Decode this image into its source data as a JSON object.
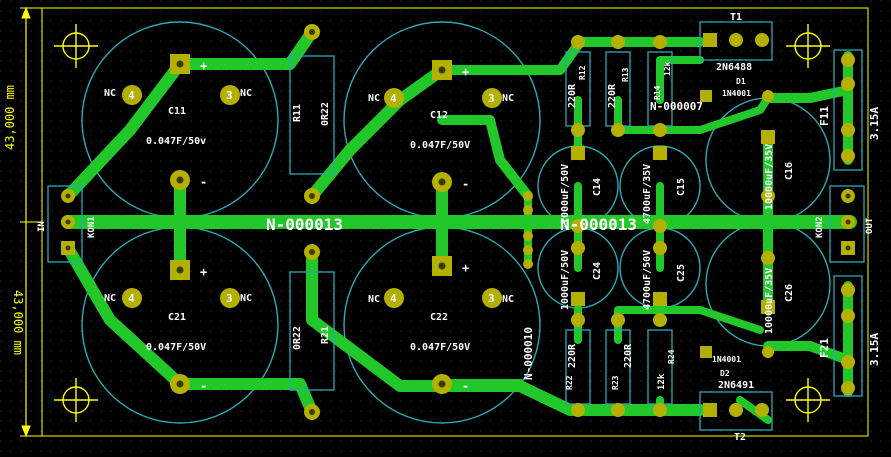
{
  "colors": {
    "background": "#000000",
    "grid": "#3a3a3a",
    "track": "#22c82a",
    "pad": "#b3b000",
    "pad_hole": "#3b3b00",
    "silk": "#ffffff",
    "outline": "#2aa9b6",
    "courtyard": "#2aa9b6",
    "edge": "#ffff00",
    "dimension": "#ffff00",
    "net_label": "#ffffff"
  },
  "dimensions": {
    "vertical_top": "43,000 mm",
    "vertical_bottom": "43,000 mm"
  },
  "nets": {
    "main": "N-000013",
    "secondary": "N-000013",
    "n7": "N-000007",
    "n10": "N-000010"
  },
  "capacitors": [
    {
      "ref": "C11",
      "value": "0.047F/50v",
      "nc_left": "NC",
      "nc_right": "NC",
      "pin_left": "4",
      "pin_right": "3"
    },
    {
      "ref": "C12",
      "value": "0.047F/50V",
      "nc_left": "NC",
      "nc_right": "NC",
      "pin_left": "4",
      "pin_right": "3"
    },
    {
      "ref": "C21",
      "value": "0.047F/50V",
      "nc_left": "NC",
      "nc_right": "NC",
      "pin_left": "4",
      "pin_right": "3"
    },
    {
      "ref": "C22",
      "value": "0.047F/50V",
      "nc_left": "NC",
      "nc_right": "NC",
      "pin_left": "4",
      "pin_right": "3"
    }
  ],
  "small_caps": [
    {
      "ref": "C14",
      "value": "1000uF/50V"
    },
    {
      "ref": "C15",
      "value": "4700uF/35V"
    },
    {
      "ref": "C16",
      "value": "10000uF/35V"
    },
    {
      "ref": "C24",
      "value": "1000uF/50V"
    },
    {
      "ref": "C25",
      "value": "4700uF/50V"
    },
    {
      "ref": "C26",
      "value": "10000uF/35V"
    }
  ],
  "resistors": [
    {
      "ref": "R11",
      "value": "0R22"
    },
    {
      "ref": "R21",
      "value": "0R22"
    },
    {
      "ref": "R12",
      "value": "220R"
    },
    {
      "ref": "R13",
      "value": "220R"
    },
    {
      "ref": "R14",
      "value": "12k"
    },
    {
      "ref": "R22",
      "value": "220R"
    },
    {
      "ref": "R23",
      "value": "220R"
    },
    {
      "ref": "R24",
      "value": "12k"
    }
  ],
  "transistors": [
    {
      "ref": "T1",
      "value": "2N6488"
    },
    {
      "ref": "T2",
      "value": "2N6491"
    }
  ],
  "diodes": [
    {
      "ref": "D1",
      "value": "1N4001"
    },
    {
      "ref": "D2",
      "value": "1N4001"
    }
  ],
  "fuses": [
    {
      "ref": "F11",
      "value": "3.15A"
    },
    {
      "ref": "F21",
      "value": "3.15A"
    }
  ],
  "connectors": {
    "kon1": "KON1",
    "in": "IN",
    "kon2": "KON2",
    "out": "OUT"
  },
  "signs": {
    "plus": "+",
    "minus": "-"
  }
}
